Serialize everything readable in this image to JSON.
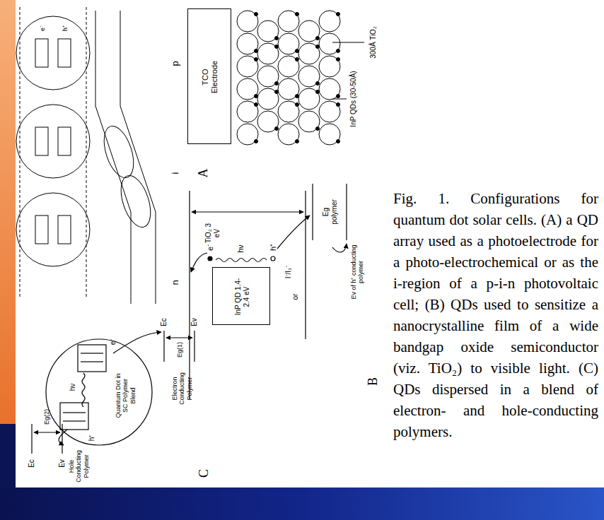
{
  "diagram": {
    "caption": "Fig. 1. Configurations for quantum dot solar cells. (A) a QD array used as a photoelectrode for a photo-electrochemical or as the i-region of a p-i-n photovoltaic cell; (B) QDs used to sensitize a nanocrystalline film of a wide bandgap oxide semiconductor (viz. TiO₂) to visible light. (C) QDs dispersed in a blend of electron- and hole-conducting polymers.",
    "nodes": [
      {
        "text": [
          "TCO Electrode"
        ]
      },
      {
        "text": [
          "InP QD 1.4-2.4 eV"
        ]
      },
      {
        "text": [
          "Quantum Dot in SC Polymer Blend"
        ]
      }
    ],
    "labels": [
      "300Å TiO₂",
      "InP QDs (30-50Å)",
      "B",
      "TiO₂ 3 eV",
      "e⁻",
      "hν",
      "h⁺",
      "I⁻/I₃⁻",
      "or",
      "Eg polymer",
      "Ev of h⁺ conducting polymer",
      "p",
      "i",
      "n",
      "A",
      "e⁻",
      "h⁺",
      "hν",
      "e⁻",
      "h⁺",
      "Ec",
      "Ev",
      "Eg(1)",
      "Electron Conducting Polymer",
      "Ec",
      "Ev",
      "Eg(2)",
      "Hole Conducting Polymer",
      "C"
    ]
  }
}
